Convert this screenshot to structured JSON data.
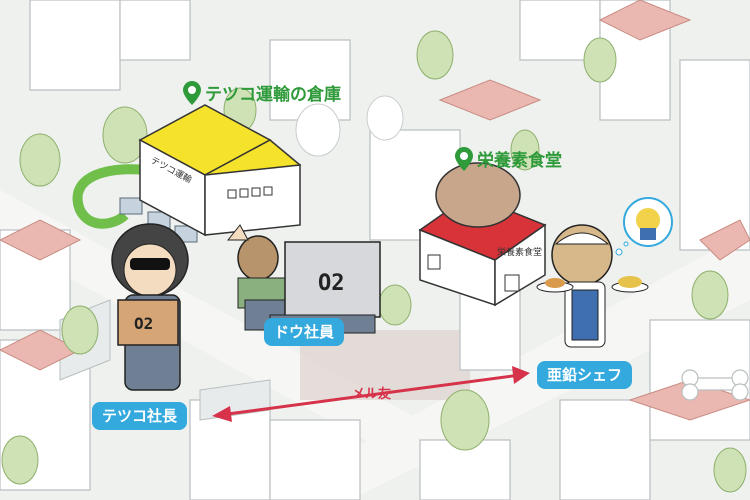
{
  "places": {
    "warehouse": "テツコ運輸の倉庫",
    "cafeteria": "栄養素食堂"
  },
  "signs": {
    "warehouse_sign": "テツコ運輸",
    "cafeteria_sign": "栄養素食堂"
  },
  "characters": {
    "president": "テツコ社長",
    "employee": "ドウ社員",
    "chef": "亜鉛シェフ"
  },
  "boxes": {
    "small_box": "O2",
    "truck_box": "O2"
  },
  "relation": {
    "label": "メル友"
  },
  "colors": {
    "pin_green": "#2f9a3a",
    "tag_blue": "#34a9dd",
    "arrow_red": "#d6334a",
    "warehouse_roof": "#f5e22a",
    "cafeteria_roof": "#d9333a"
  }
}
